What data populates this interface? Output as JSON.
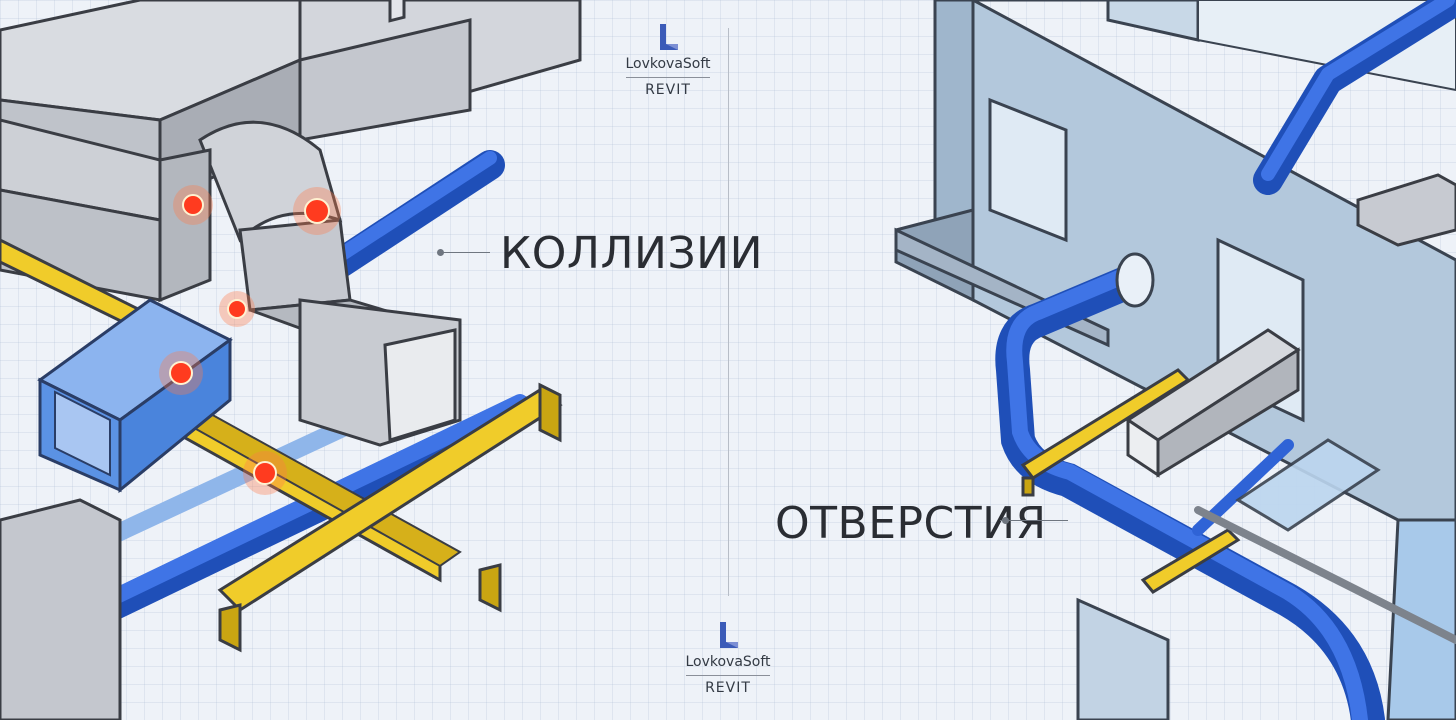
{
  "brand": {
    "name": "LovkovaSoft",
    "product": "REVIT",
    "accent": "#3b5bb8"
  },
  "labels": {
    "collisions": "КОЛЛИЗИИ",
    "openings": "ОТВЕРСТИЯ"
  },
  "colors": {
    "duct": "#c9ccd2",
    "pipe": "#2f63d6",
    "beam": "#e8c21d",
    "wall": "#b9cfe3",
    "collision_marker": "#ff4a2a",
    "background": "#eef2f8"
  },
  "icons": [
    "lovkovasoft-logo-icon",
    "collision-marker-icon"
  ]
}
